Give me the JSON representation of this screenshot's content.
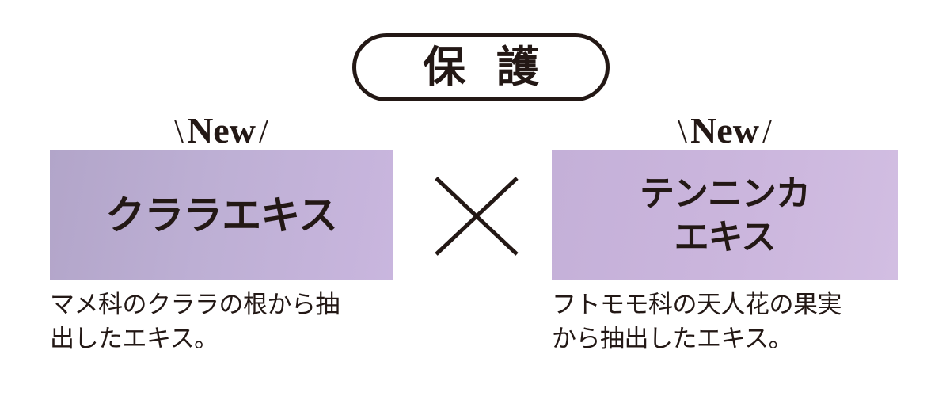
{
  "badge": {
    "label": "保 護",
    "border_color": "#231815",
    "text_color": "#231815"
  },
  "center": {
    "operator_icon": "multiplication-cross",
    "operator_symbol": "×",
    "color": "#231815"
  },
  "ingredients": [
    {
      "new_tag_lead": "\\",
      "new_tag_word": "New",
      "new_tag_trail": "/",
      "name": "クララエキス",
      "name_lines": [
        "クララエキス"
      ],
      "caption": "マメ科のクララの根から抽出したエキス。",
      "caption_lines": [
        "マメ科のクララの根から抽",
        "出したエキス。"
      ],
      "swatch_gradient_from": "#b2a5c9",
      "swatch_gradient_to": "#c9b6de"
    },
    {
      "new_tag_lead": "\\",
      "new_tag_word": "New",
      "new_tag_trail": "/",
      "name": "テンニンカエキス",
      "name_lines": [
        "テンニンカ",
        "エキス"
      ],
      "caption": "フトモモ科の天人花の果実から抽出したエキス。",
      "caption_lines": [
        "フトモモ科の天人花の果実",
        "から抽出したエキス。"
      ],
      "swatch_gradient_from": "#c4b0d8",
      "swatch_gradient_to": "#d2bee2"
    }
  ]
}
